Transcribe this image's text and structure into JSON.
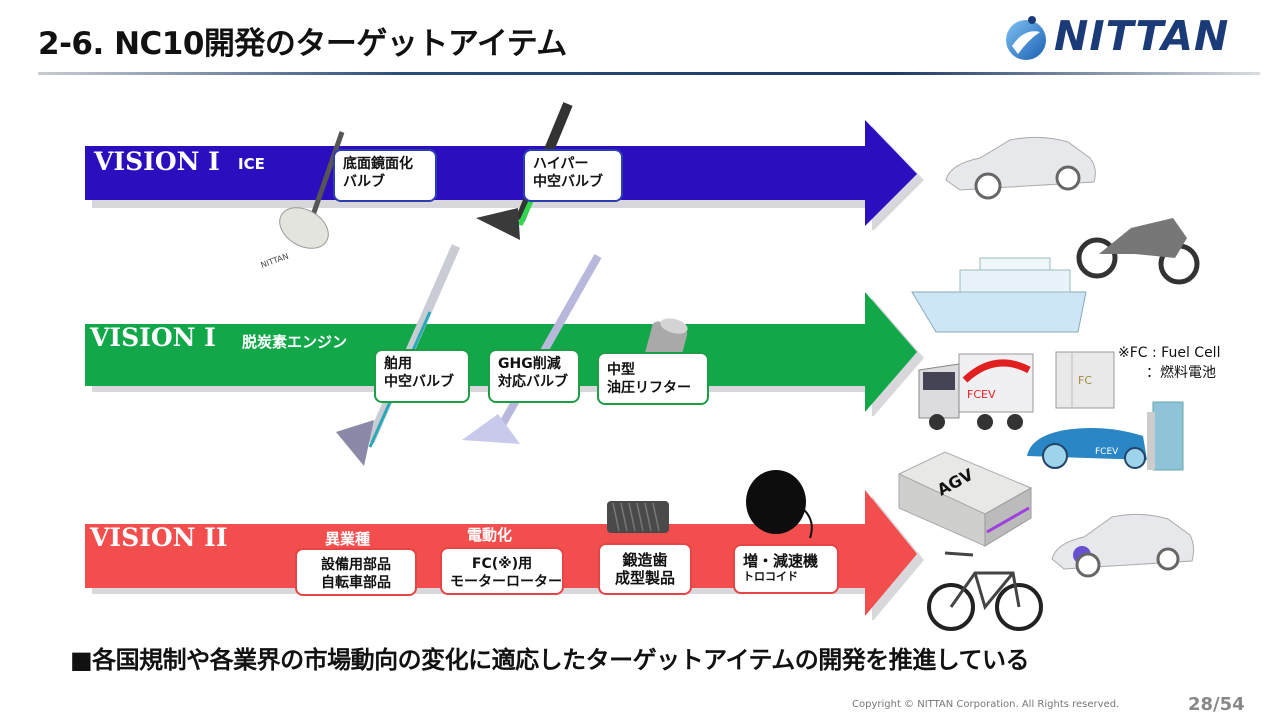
{
  "header": {
    "title": "2-6. NC10開発のターゲットアイテム",
    "logo_text": "NITTAN",
    "logo_icon": "nittan-swoosh-icon"
  },
  "colors": {
    "vision1_ice": "#2b0fbf",
    "vision1_decarb": "#12a84a",
    "vision2": "#f24e4e",
    "logo_navy": "#1b3a78"
  },
  "rows": [
    {
      "label": "VISION I",
      "sub": "ICE",
      "items": [
        {
          "line1": "底面鏡面化",
          "line2": "バルブ",
          "image": "mirror-face-valve-image"
        },
        {
          "line1": "ハイパー",
          "line2": "中空バルブ",
          "image": "hyper-hollow-valve-image"
        }
      ],
      "targets": [
        "car-image",
        "motorcycle-image"
      ]
    },
    {
      "label": "VISION I",
      "sub": "脱炭素エンジン",
      "items": [
        {
          "line1": "舶用",
          "line2": "中空バルブ",
          "image": "marine-hollow-valve-image"
        },
        {
          "line1": "GHG削減",
          "line2": "対応バルブ",
          "image": "ghg-valve-image"
        },
        {
          "line1": "中型",
          "line2": "油圧リフター",
          "image": "hydraulic-lifter-image"
        }
      ],
      "targets": [
        "cruise-ship-image",
        "fcev-truck-image",
        "fuel-cell-unit-image"
      ]
    },
    {
      "label": "VISION II",
      "tags": [
        "異業種",
        "電動化"
      ],
      "items": [
        {
          "line1": "設備用部品",
          "line2": "自転車部品"
        },
        {
          "line1": "FC(※)用",
          "line2": "モーターローター"
        },
        {
          "line1": "鍛造歯",
          "line2": "成型製品",
          "image": "forged-gear-image"
        },
        {
          "line1": "増・減速機",
          "line2": "トロコイド",
          "image": "reducer-image"
        }
      ],
      "targets": [
        "fcev-car-image",
        "agv-image",
        "ev-car-image",
        "e-bike-image"
      ]
    }
  ],
  "fc_note": {
    "line1": "※FC : Fuel  Cell",
    "line2": "：燃料電池",
    "fc_box_label": "FC",
    "truck_label": "FCEV",
    "car_label": "FCEV",
    "agv_label": "AGV"
  },
  "footer": {
    "message": "■各国規制や各業界の市場動向の変化に適応したターゲットアイテムの開発を推進している",
    "copyright": "Copyright © NITTAN Corporation. All Rights reserved.",
    "page": "28/54"
  }
}
